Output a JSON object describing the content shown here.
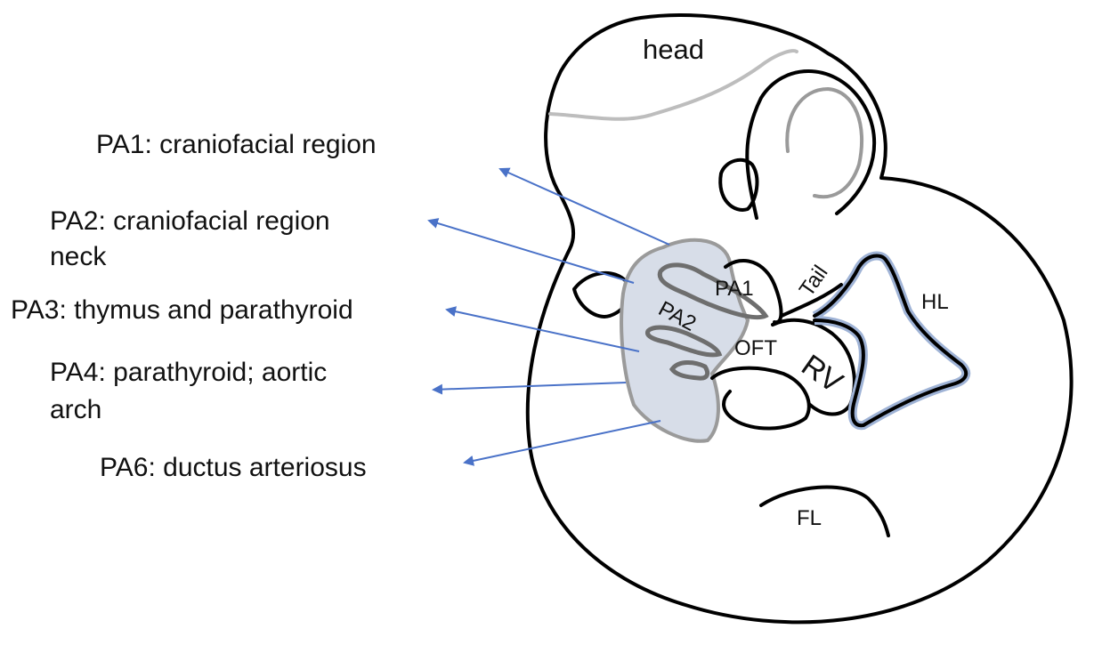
{
  "labels": {
    "pa1": "PA1: craniofacial region",
    "pa2_line1": "PA2: craniofacial region",
    "pa2_line2": "neck",
    "pa3": "PA3: thymus and parathyroid",
    "pa4_line1": "PA4: parathyroid; aortic",
    "pa4_line2": "arch",
    "pa6": "PA6: ductus arteriosus"
  },
  "anatomy": {
    "head": "head",
    "tail": "Tail",
    "hl": "HL",
    "pa1": "PA1",
    "pa2": "PA2",
    "oft": "OFT",
    "rv": "RV",
    "fl": "FL"
  },
  "colors": {
    "arrow": "#4a72c8",
    "arch_fill": "#d7dde8",
    "arch_stroke": "#9a9a9a",
    "arch_inner": "#6e6e6e",
    "hl_halo": "#9fb3d6",
    "grey_line": "#bdbdbd"
  }
}
